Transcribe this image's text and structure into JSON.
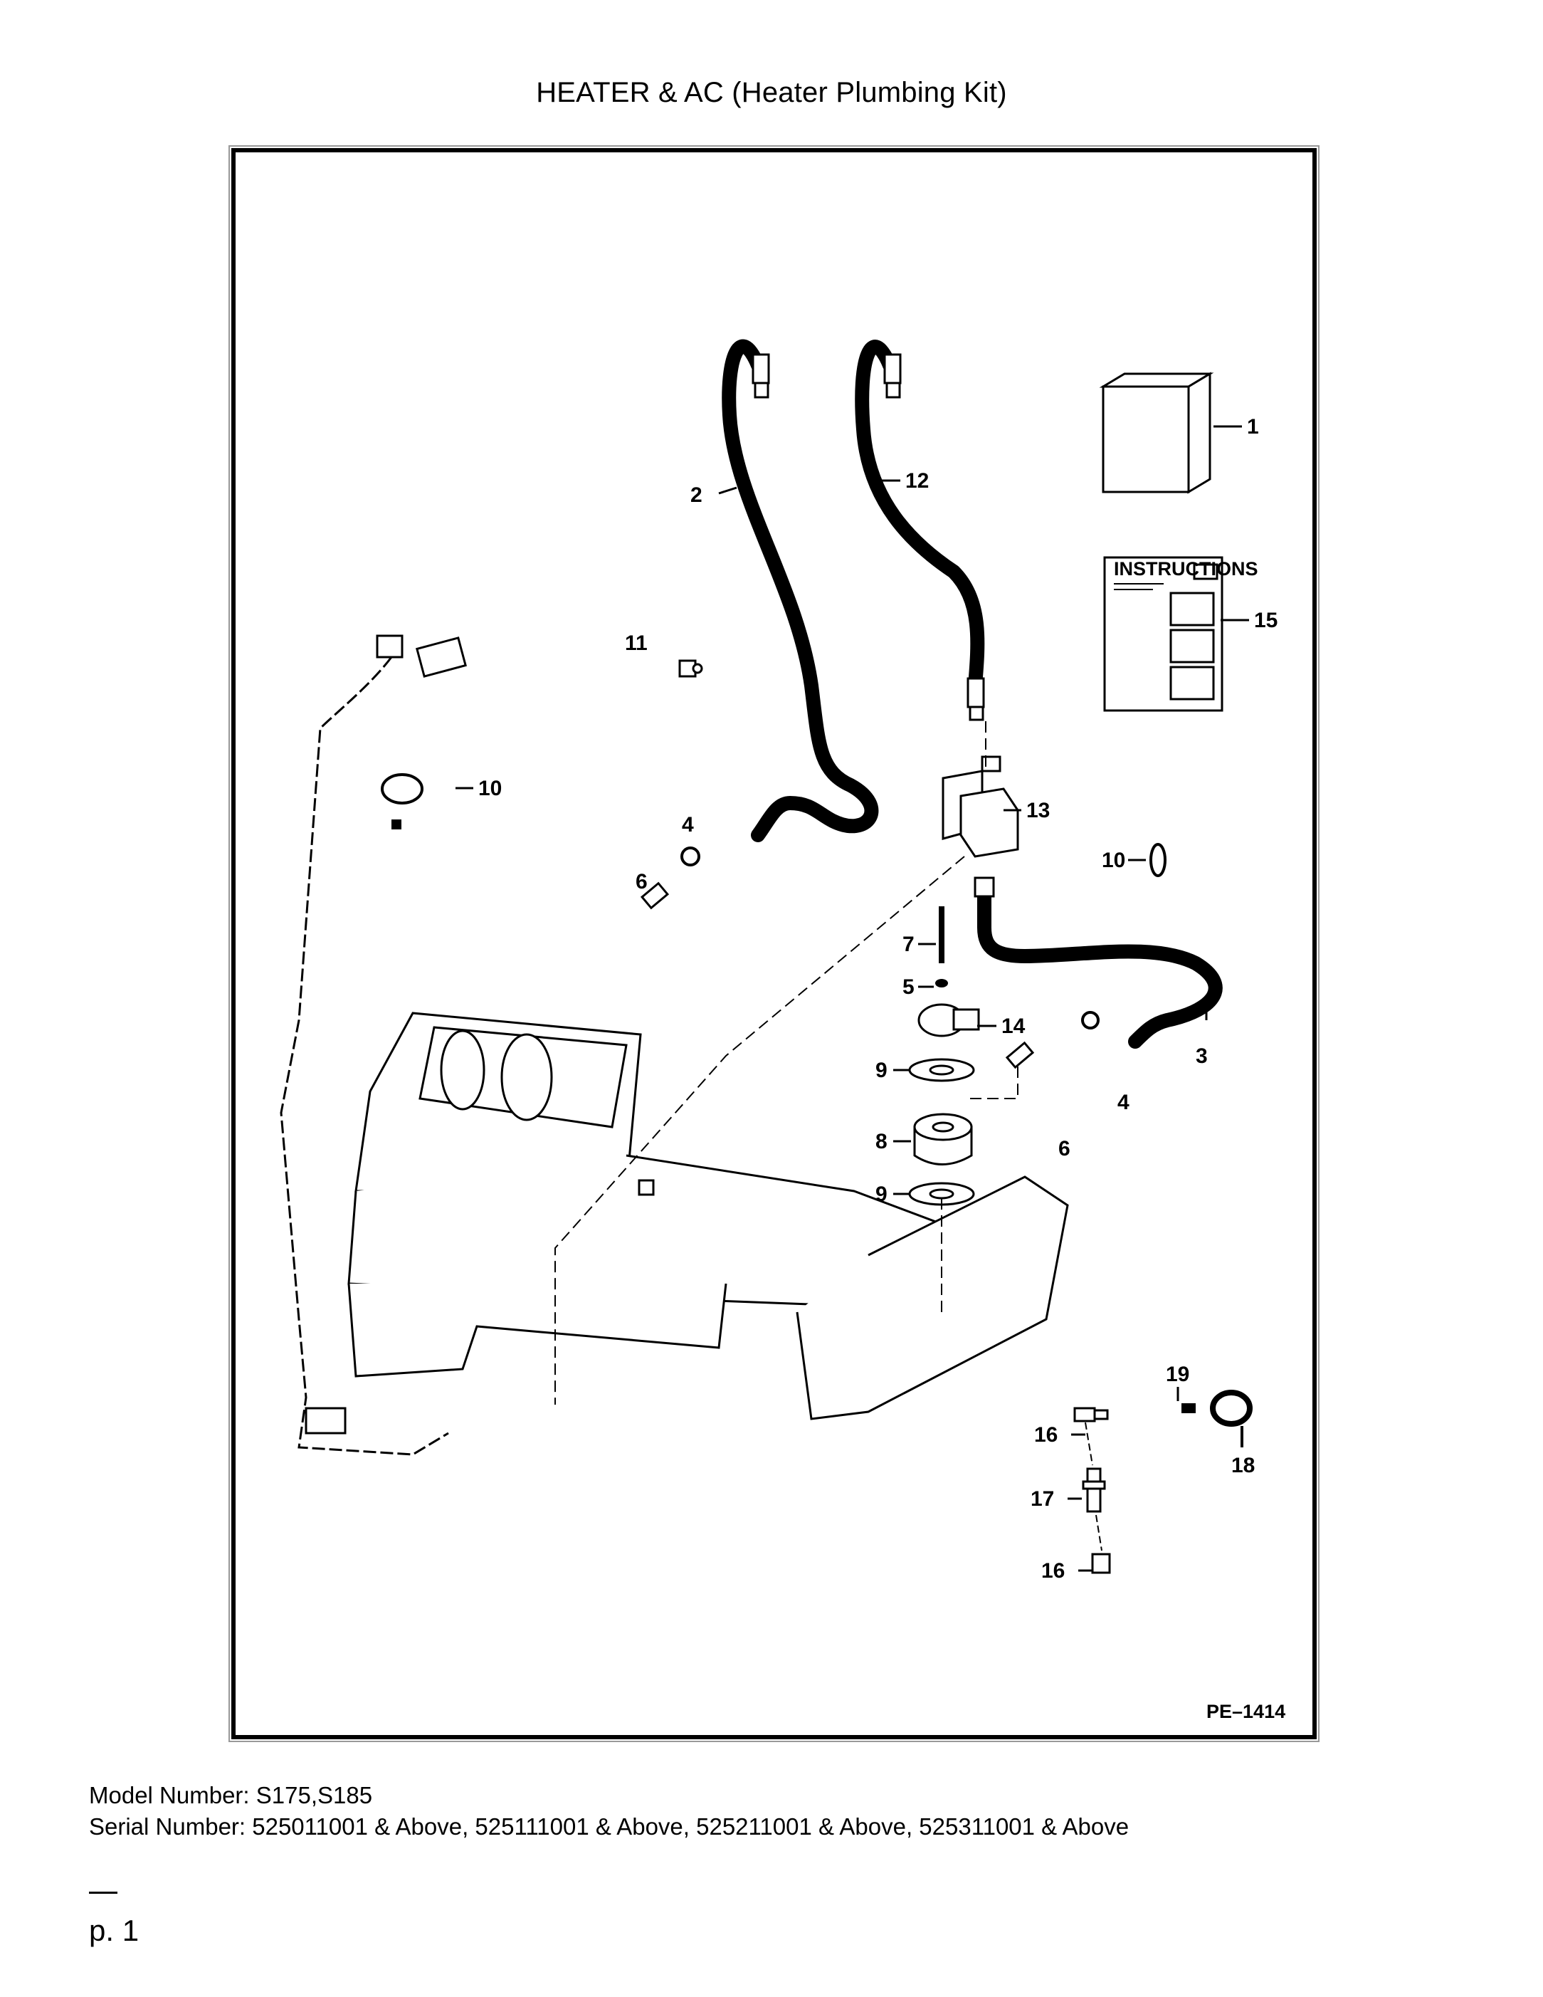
{
  "header": {
    "title": "HEATER & AC (Heater Plumbing Kit)"
  },
  "diagram": {
    "reference": "PE–1414",
    "instructions_label": "INSTRUCTIONS",
    "callouts": [
      "1",
      "2",
      "3",
      "4",
      "4",
      "5",
      "6",
      "6",
      "7",
      "8",
      "9",
      "9",
      "10",
      "10",
      "11",
      "12",
      "13",
      "14",
      "15",
      "16",
      "16",
      "17",
      "18",
      "19"
    ]
  },
  "footer": {
    "model_number": "Model Number: S175,S185",
    "serial_number": "Serial Number: 525011001 & Above, 525111001 & Above, 525211001 & Above, 525311001 & Above",
    "page": "p. 1"
  }
}
